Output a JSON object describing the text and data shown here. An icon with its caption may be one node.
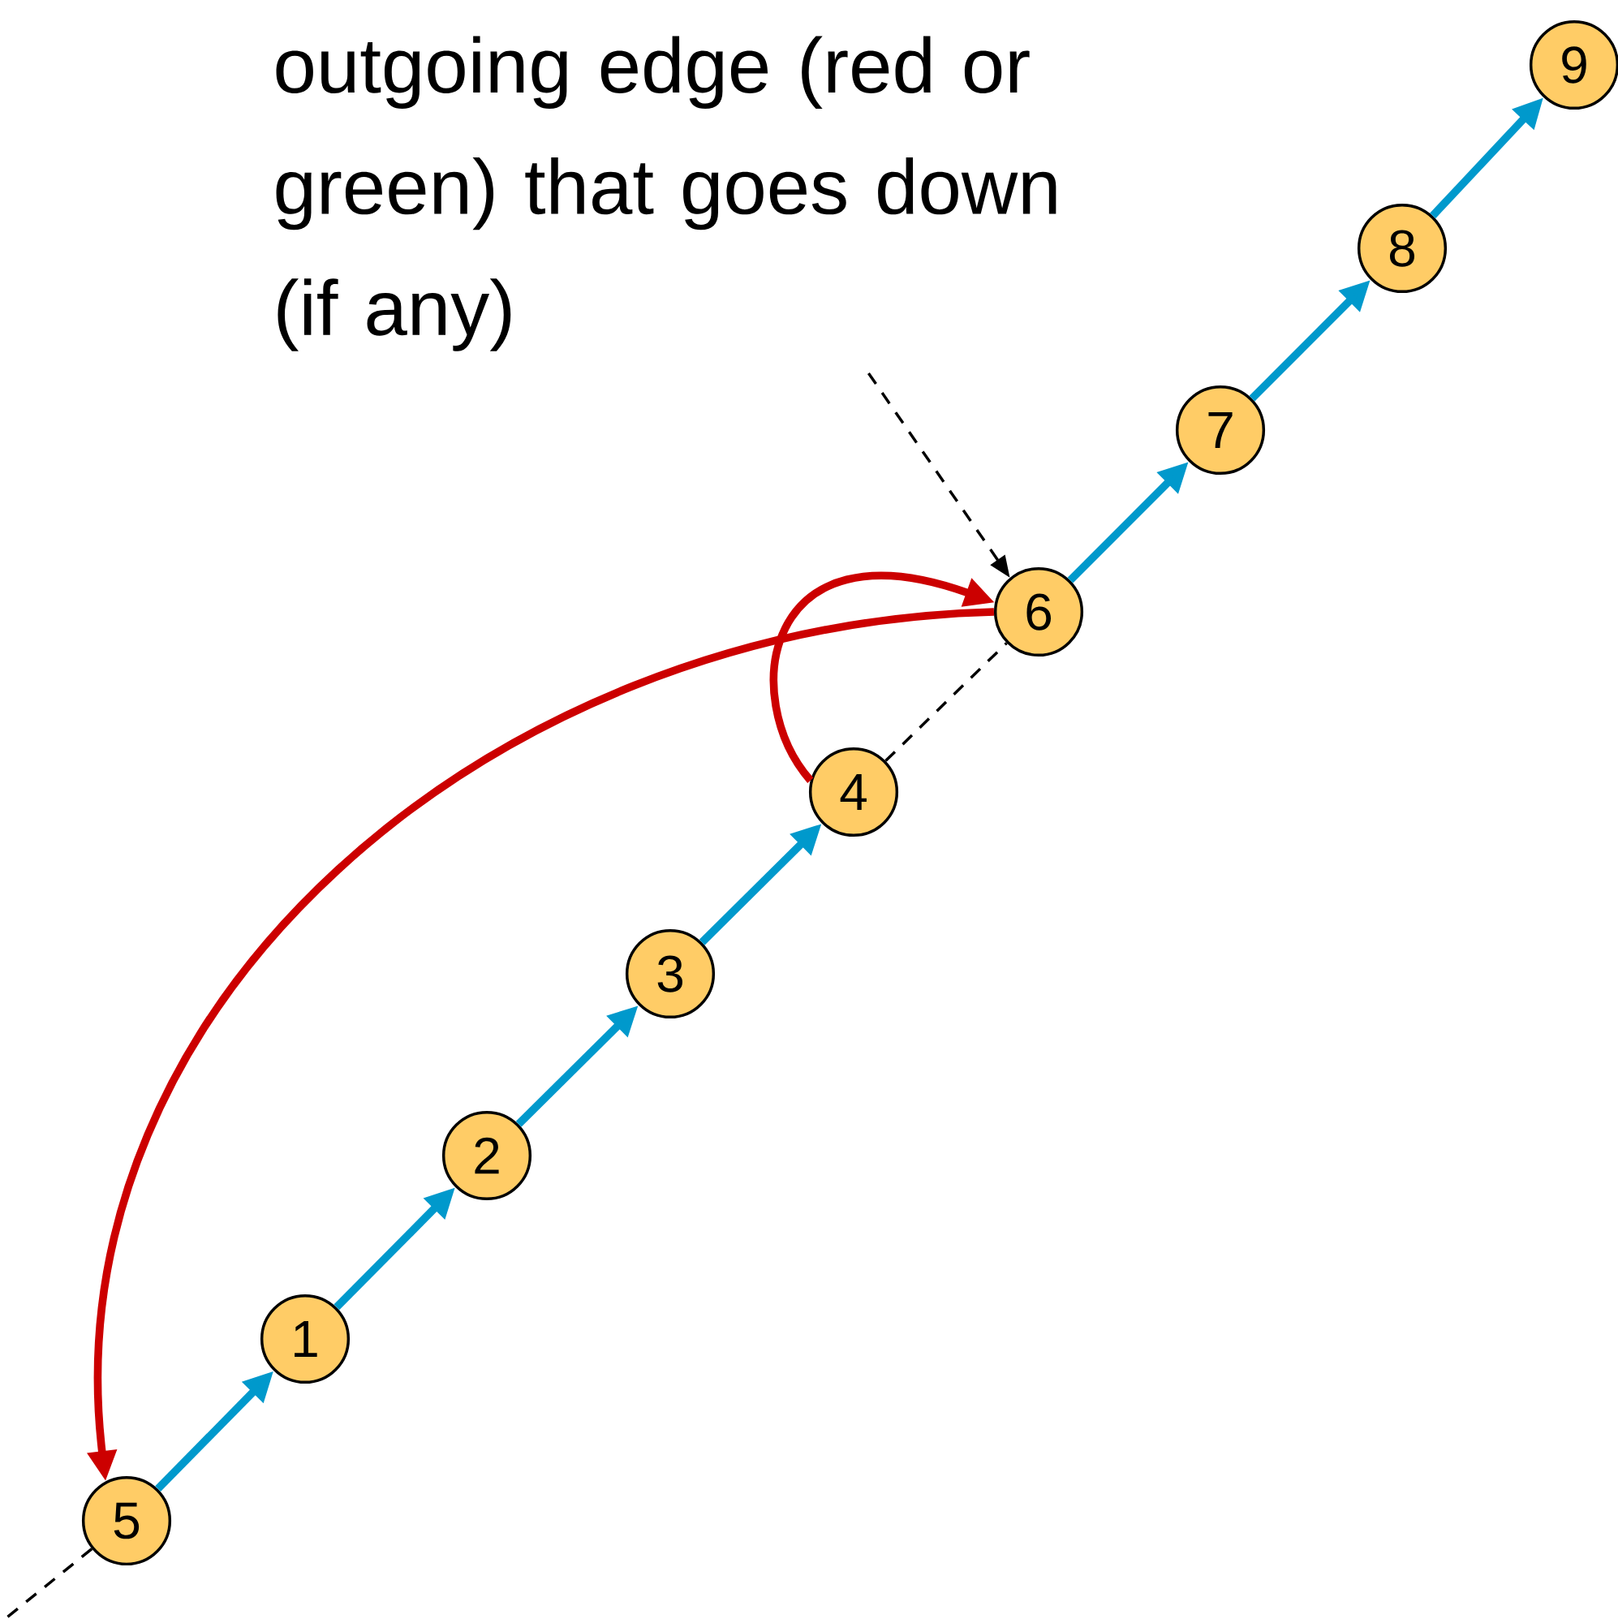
{
  "diagram": {
    "nodes": [
      {
        "text": [
          "outgoing edge (red or green) that goes down (if any)"
        ]
      },
      {
        "text": [
          "5"
        ]
      },
      {
        "text": [
          "1"
        ]
      },
      {
        "text": [
          "2"
        ]
      },
      {
        "text": [
          "3"
        ]
      },
      {
        "text": [
          "4"
        ]
      },
      {
        "text": [
          "6"
        ]
      },
      {
        "text": [
          "7"
        ]
      },
      {
        "text": [
          "8"
        ]
      },
      {
        "text": [
          "9"
        ]
      }
    ],
    "edges": [
      {
        "from": 1,
        "to": 2,
        "arrow": "to"
      },
      {
        "from": 2,
        "to": 3,
        "arrow": "to"
      },
      {
        "from": 3,
        "to": 4,
        "arrow": "to"
      },
      {
        "from": 4,
        "to": 5,
        "arrow": "to"
      },
      {
        "from": 6,
        "to": 7,
        "arrow": "to"
      },
      {
        "from": 7,
        "to": 8,
        "arrow": "to"
      },
      {
        "from": 8,
        "to": 9,
        "arrow": "to"
      },
      {
        "from": 5,
        "to": 6,
        "arrow": "none",
        "style": "dashed",
        "color": "#000000"
      },
      {
        "from": 5,
        "to": 6,
        "arrow": "to",
        "color": "#cc0000"
      },
      {
        "from": 6,
        "to": 1,
        "arrow": "to",
        "color": "#cc0000"
      },
      {
        "from": 0,
        "to": 6,
        "arrow": "to",
        "style": "dashed",
        "color": "#000000"
      },
      {
        "from": 1,
        "to": null,
        "arrow": "none",
        "style": "dashed",
        "color": "#000000"
      }
    ]
  }
}
